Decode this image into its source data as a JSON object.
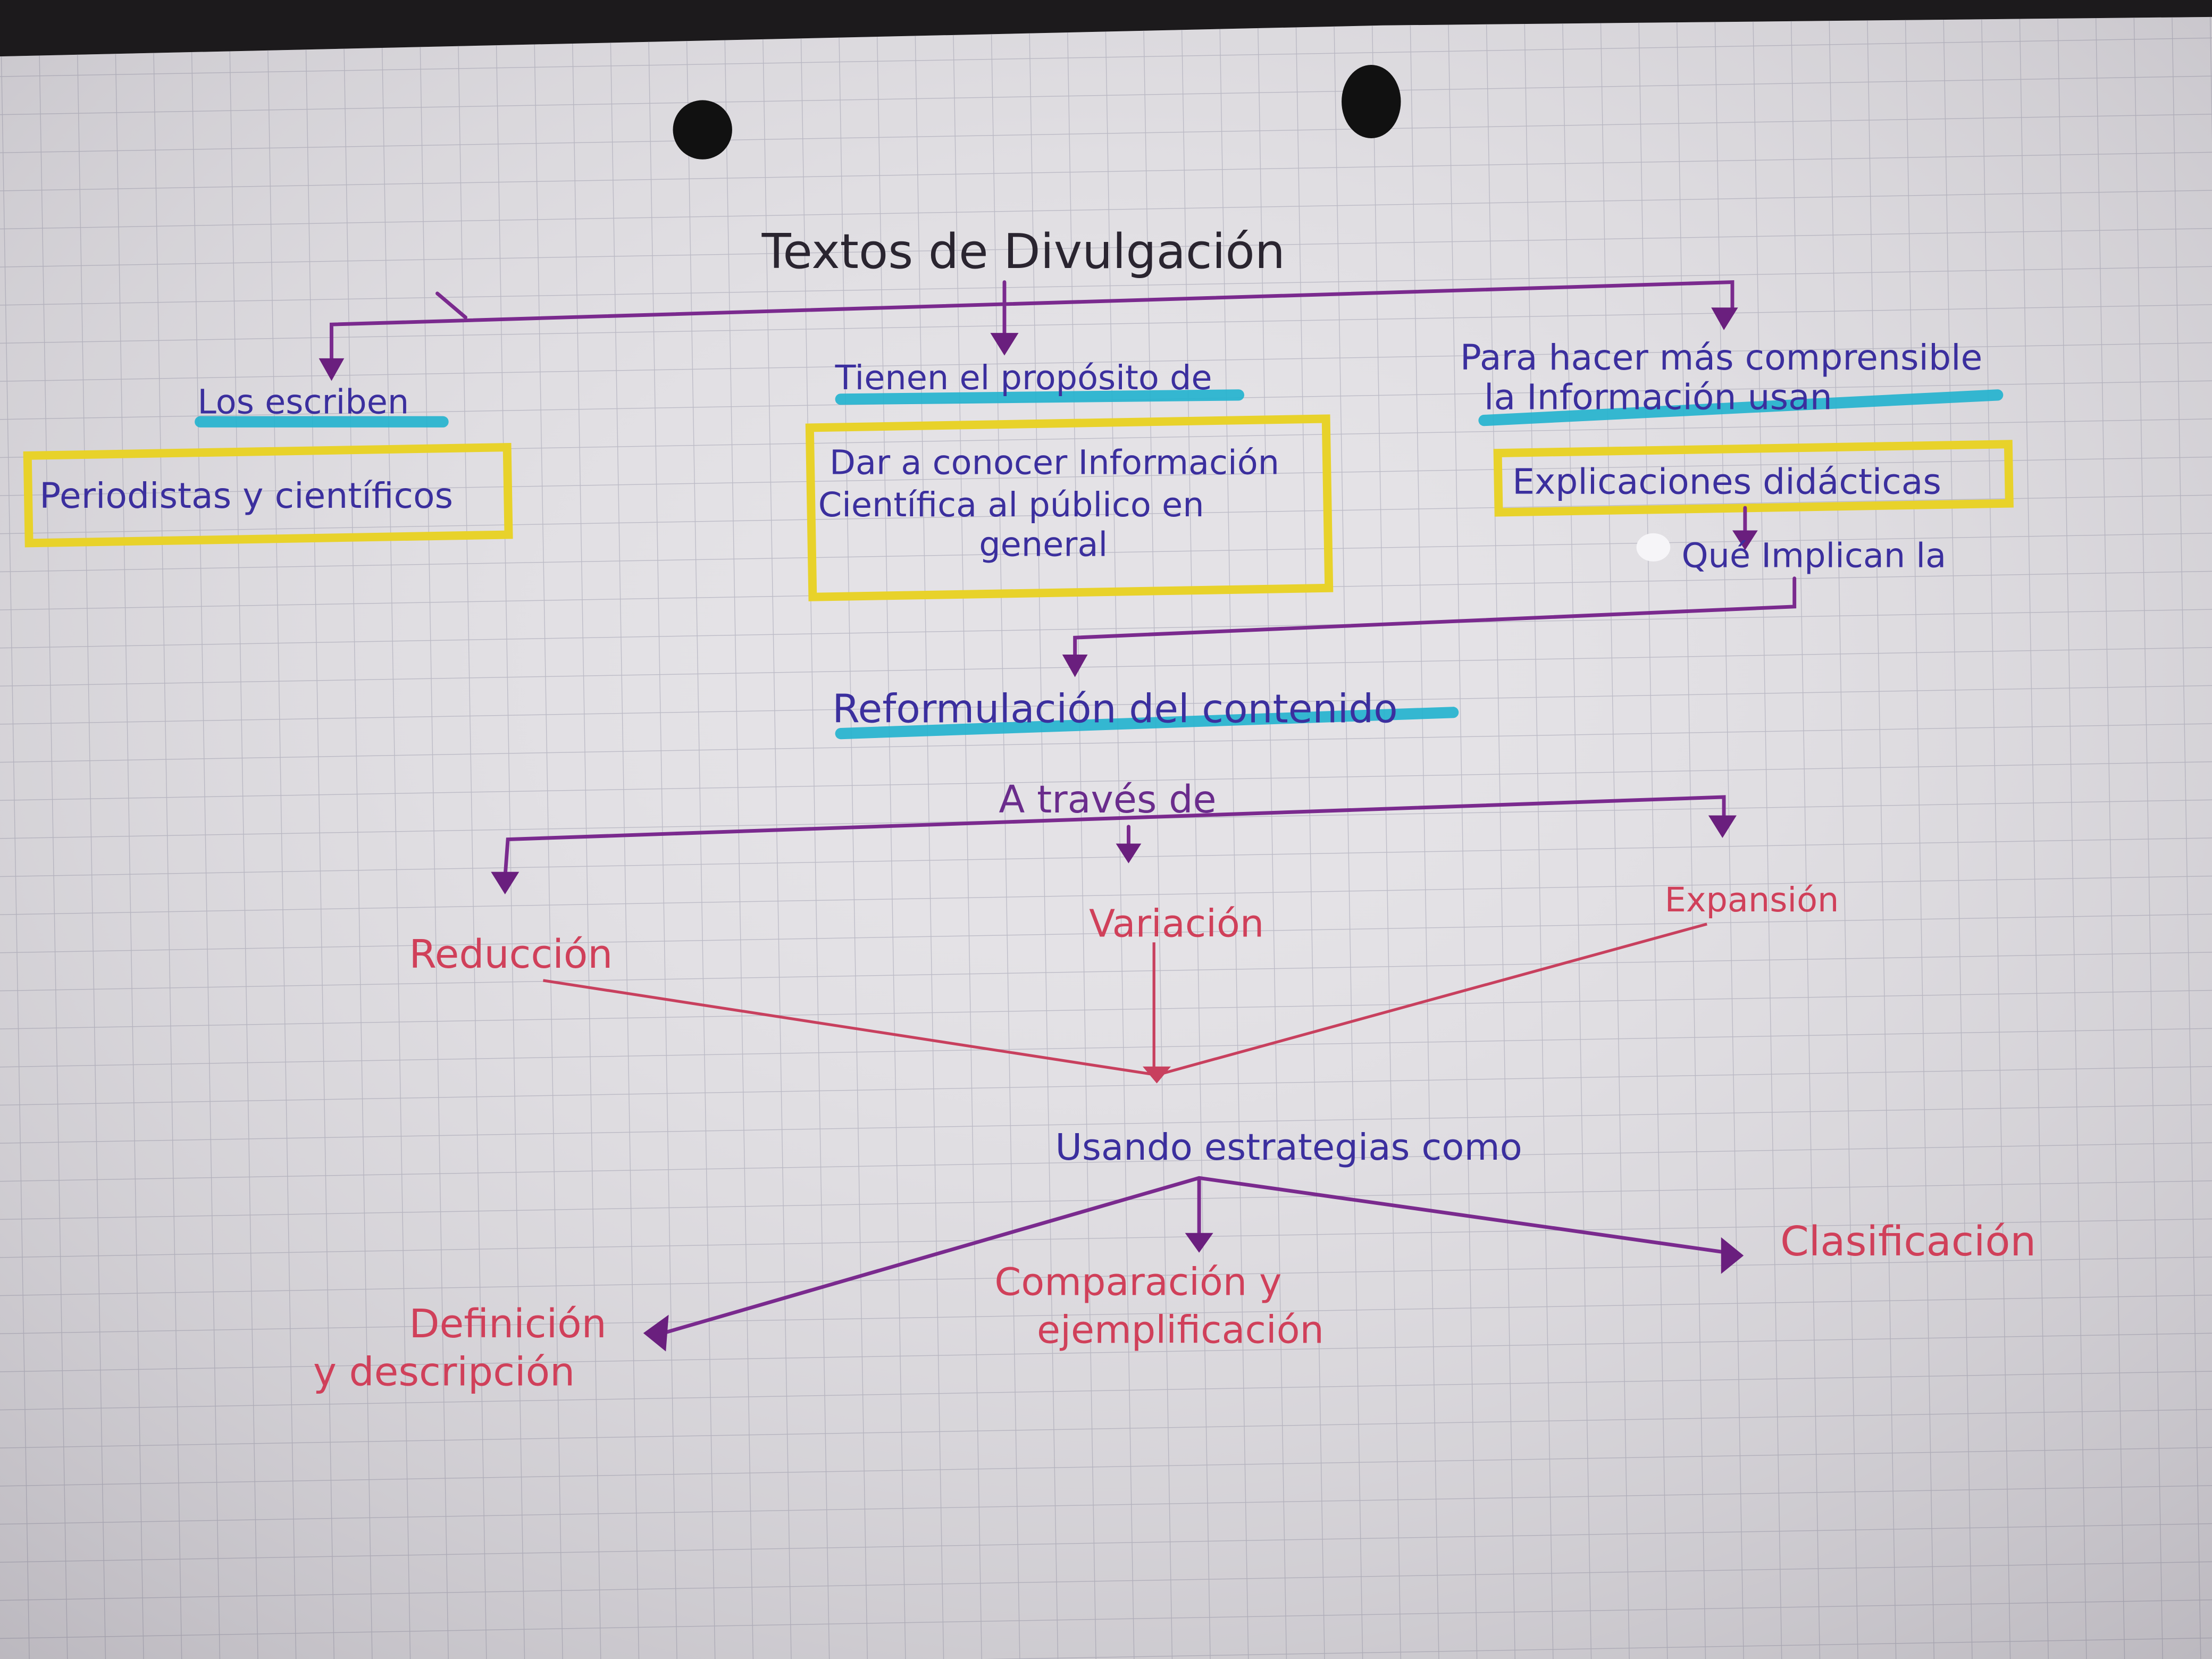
{
  "title": "Textos de Divulgación",
  "branches": {
    "authors": {
      "connector": "Los escriben",
      "content": "Periodistas y científicos"
    },
    "purpose": {
      "connector": "Tienen el propósito de",
      "content": [
        "Dar a conocer Información",
        "Científica al público en",
        "general"
      ]
    },
    "method": {
      "connector": [
        "Para hacer más comprensible",
        "la Información usan"
      ],
      "content": "Explicaciones didácticas",
      "follow": "Qué Implican la"
    }
  },
  "reformulation": {
    "label": "Reformulación del contenido",
    "connector": "A través de",
    "types": [
      "Reducción",
      "Variación",
      "Expansión"
    ]
  },
  "strategies": {
    "connector": "Usando estrategias como",
    "items": [
      [
        "Definición",
        "y descripción"
      ],
      [
        "Comparación y",
        "ejemplificación"
      ],
      [
        "Clasificación"
      ]
    ]
  },
  "colors": {
    "paper": "#e4e2e6",
    "grid": "#b9b8c4",
    "ink_blue": "#3b2f9e",
    "ink_purple": "#7a2a8e",
    "ink_red": "#d0405a",
    "highlight_cyan": "#22b3cf",
    "highlight_yellow": "#e8d22a"
  }
}
